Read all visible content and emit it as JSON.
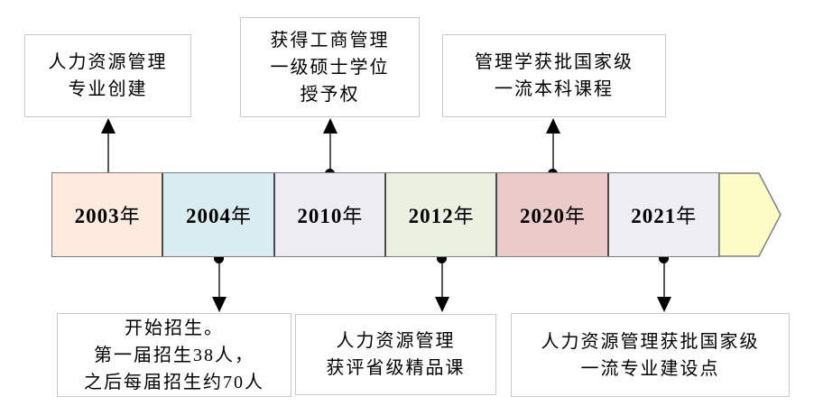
{
  "timeline": {
    "years": [
      {
        "num": "2003",
        "suffix": "年",
        "color": "#FCEBDE"
      },
      {
        "num": "2004",
        "suffix": "年",
        "color": "#D9ECF2"
      },
      {
        "num": "2010",
        "suffix": "年",
        "color": "#EEEDF4"
      },
      {
        "num": "2012",
        "suffix": "年",
        "color": "#EBF1E0"
      },
      {
        "num": "2020",
        "suffix": "年",
        "color": "#EACBCA"
      },
      {
        "num": "2021",
        "suffix": "年",
        "color": "#EEEEF4"
      }
    ],
    "forward_arrow_color": "#FDFDC8",
    "border_color": "#7f7f7f"
  },
  "events_top": [
    {
      "year": "2003",
      "text": "人力资源管理\n专业创建"
    },
    {
      "year": "2010",
      "text": "获得工商管理\n一级硕士学位\n授予权"
    },
    {
      "year": "2020",
      "text": "管理学获批国家级\n一流本科课程"
    }
  ],
  "events_bottom": [
    {
      "year": "2004",
      "text": "开始招生。\n第一届招生38人，\n之后每届招生约70人"
    },
    {
      "year": "2012",
      "text": "人力资源管理\n获评省级精品课"
    },
    {
      "year": "2021",
      "text": "人力资源管理获批国家级\n一流专业建设点"
    }
  ]
}
